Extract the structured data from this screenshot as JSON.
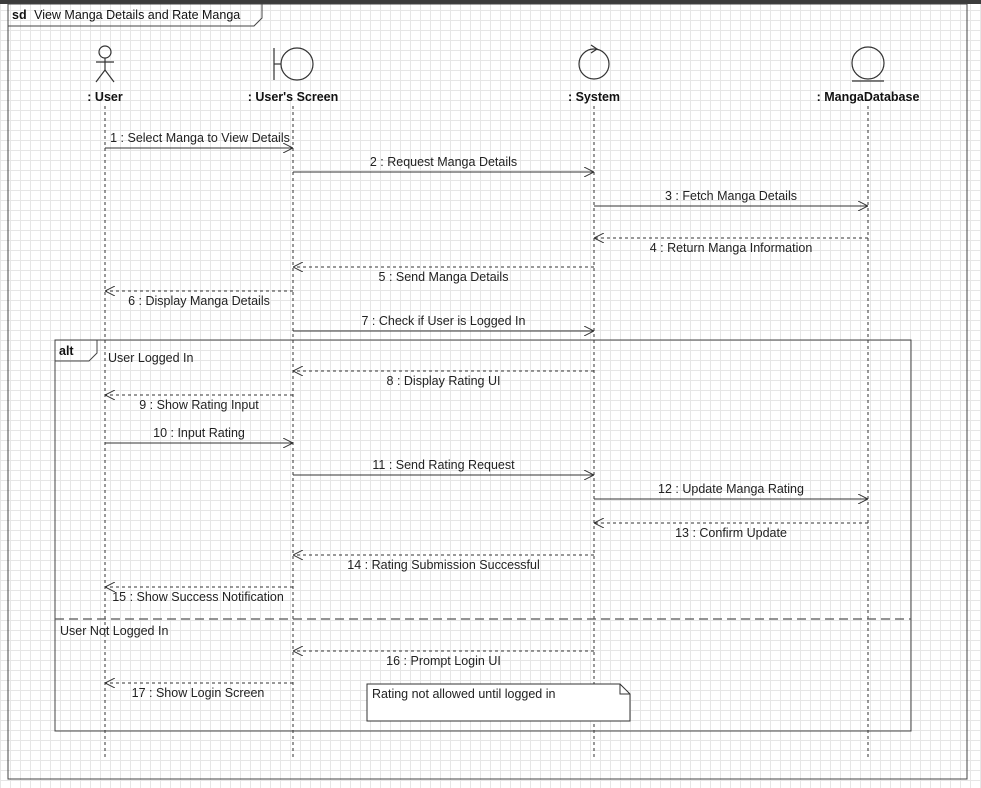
{
  "diagram": {
    "kind": "sd",
    "title": "View Manga Details and Rate Manga",
    "colors": {
      "line": "#333333",
      "frame": "#444444",
      "grid": "#e6e6e6"
    },
    "lifelines": [
      {
        "id": "user",
        "name": ": User",
        "icon": "actor-icon"
      },
      {
        "id": "screen",
        "name": ": User's Screen",
        "icon": "boundary-icon"
      },
      {
        "id": "system",
        "name": ": System",
        "icon": "control-icon"
      },
      {
        "id": "db",
        "name": ": MangaDatabase",
        "icon": "entity-icon"
      }
    ],
    "messages": [
      {
        "n": 1,
        "label": "1 : Select Manga to View Details",
        "from": "user",
        "to": "screen",
        "kind": "sync"
      },
      {
        "n": 2,
        "label": "2 : Request Manga Details",
        "from": "screen",
        "to": "system",
        "kind": "sync"
      },
      {
        "n": 3,
        "label": "3 : Fetch Manga Details",
        "from": "system",
        "to": "db",
        "kind": "sync"
      },
      {
        "n": 4,
        "label": "4 : Return Manga Information",
        "from": "db",
        "to": "system",
        "kind": "return"
      },
      {
        "n": 5,
        "label": "5 : Send Manga Details",
        "from": "system",
        "to": "screen",
        "kind": "return"
      },
      {
        "n": 6,
        "label": "6 : Display Manga Details",
        "from": "screen",
        "to": "user",
        "kind": "return"
      },
      {
        "n": 7,
        "label": "7 : Check if User is Logged In",
        "from": "screen",
        "to": "system",
        "kind": "sync"
      },
      {
        "n": 8,
        "label": "8 : Display Rating UI",
        "from": "system",
        "to": "screen",
        "kind": "return"
      },
      {
        "n": 9,
        "label": "9 : Show Rating Input",
        "from": "screen",
        "to": "user",
        "kind": "return"
      },
      {
        "n": 10,
        "label": "10 : Input Rating",
        "from": "user",
        "to": "screen",
        "kind": "sync"
      },
      {
        "n": 11,
        "label": "11 : Send Rating Request",
        "from": "screen",
        "to": "system",
        "kind": "sync"
      },
      {
        "n": 12,
        "label": "12 : Update Manga Rating",
        "from": "system",
        "to": "db",
        "kind": "sync"
      },
      {
        "n": 13,
        "label": "13 : Confirm Update",
        "from": "db",
        "to": "system",
        "kind": "return"
      },
      {
        "n": 14,
        "label": "14 : Rating Submission Successful",
        "from": "system",
        "to": "screen",
        "kind": "return"
      },
      {
        "n": 15,
        "label": "15 : Show Success Notification",
        "from": "screen",
        "to": "user",
        "kind": "return"
      },
      {
        "n": 16,
        "label": "16 : Prompt Login UI",
        "from": "system",
        "to": "screen",
        "kind": "return"
      },
      {
        "n": 17,
        "label": "17 : Show Login Screen",
        "from": "screen",
        "to": "user",
        "kind": "return"
      }
    ],
    "fragment": {
      "operator": "alt",
      "guards": [
        "User Logged In",
        "User Not Logged In"
      ]
    },
    "note": "Rating not allowed until logged in"
  }
}
